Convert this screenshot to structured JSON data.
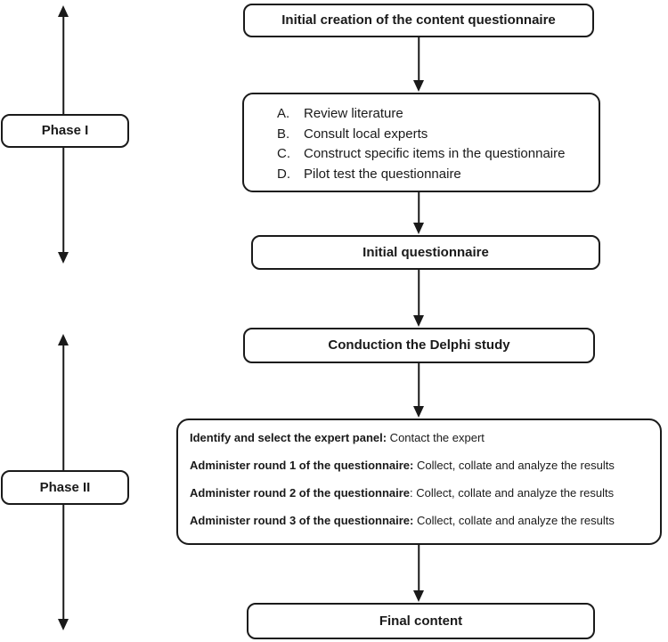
{
  "style": {
    "border_color": "#1a1a1a",
    "line_color": "#1a1a1a",
    "background_color": "#ffffff",
    "text_color": "#1a1a1a"
  },
  "phases": [
    {
      "label": "Phase I"
    },
    {
      "label": "Phase II"
    }
  ],
  "flow": {
    "initial_creation": "Initial creation of the content questionnaire",
    "steps": [
      {
        "marker": "A.",
        "text": "Review literature"
      },
      {
        "marker": "B.",
        "text": "Consult local experts"
      },
      {
        "marker": "C.",
        "text": "Construct specific items in the questionnaire"
      },
      {
        "marker": "D.",
        "text": "Pilot test the questionnaire"
      }
    ],
    "initial_questionnaire": "Initial questionnaire",
    "delphi_study": "Conduction the Delphi study",
    "delphi_rounds": [
      {
        "bold": "Identify and select the expert panel:",
        "rest": " Contact the expert"
      },
      {
        "bold": "Administer round 1 of the questionnaire:",
        "rest": " Collect, collate and analyze the results"
      },
      {
        "bold": "Administer round 2 of the questionnaire",
        "rest": ": Collect, collate and analyze the results"
      },
      {
        "bold": "Administer round 3 of the questionnaire:",
        "rest": " Collect, collate and analyze the results"
      }
    ],
    "final_content": "Final content"
  }
}
